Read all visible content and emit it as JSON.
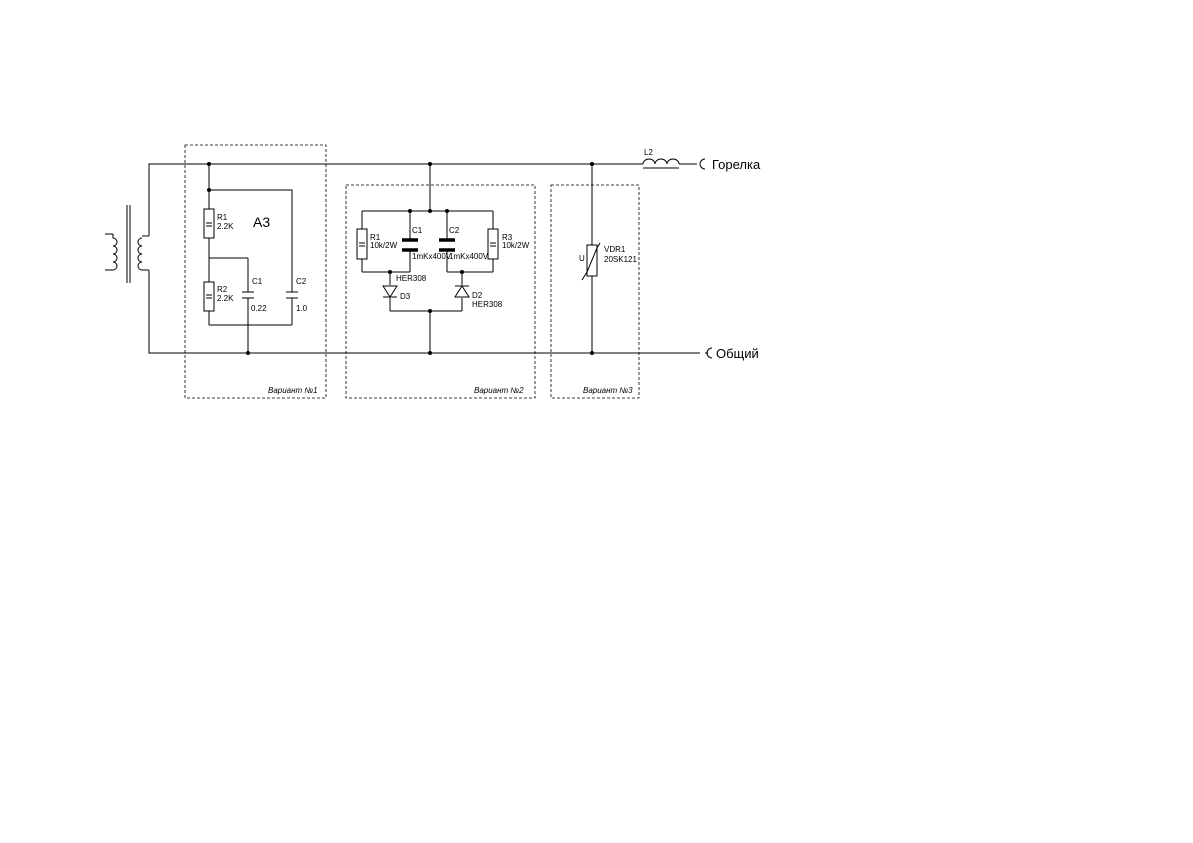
{
  "terminals": {
    "torch": "Горелка",
    "common": "Общий"
  },
  "inductor": {
    "ref": "L2"
  },
  "variant1": {
    "caption": "Вариант №1",
    "title": "A3",
    "r1": {
      "ref": "R1",
      "value": "2.2K"
    },
    "r2": {
      "ref": "R2",
      "value": "2.2K"
    },
    "c1": {
      "ref": "C1",
      "value": "0.22"
    },
    "c2": {
      "ref": "C2",
      "value": "1.0"
    }
  },
  "variant2": {
    "caption": "Вариант №2",
    "r1": {
      "ref": "R1",
      "value": "10k/2W"
    },
    "r3": {
      "ref": "R3",
      "value": "10k/2W"
    },
    "c1": {
      "ref": "C1",
      "value": "1mKx400V"
    },
    "c2": {
      "ref": "C2",
      "value": "1mKx400V"
    },
    "d3": {
      "ref": "D3",
      "part": "HER308"
    },
    "d2": {
      "ref": "D2",
      "part": "HER308"
    }
  },
  "variant3": {
    "caption": "Вариант №3",
    "vdr": {
      "ref": "VDR1",
      "value": "20SK121",
      "symbol": "U"
    }
  }
}
